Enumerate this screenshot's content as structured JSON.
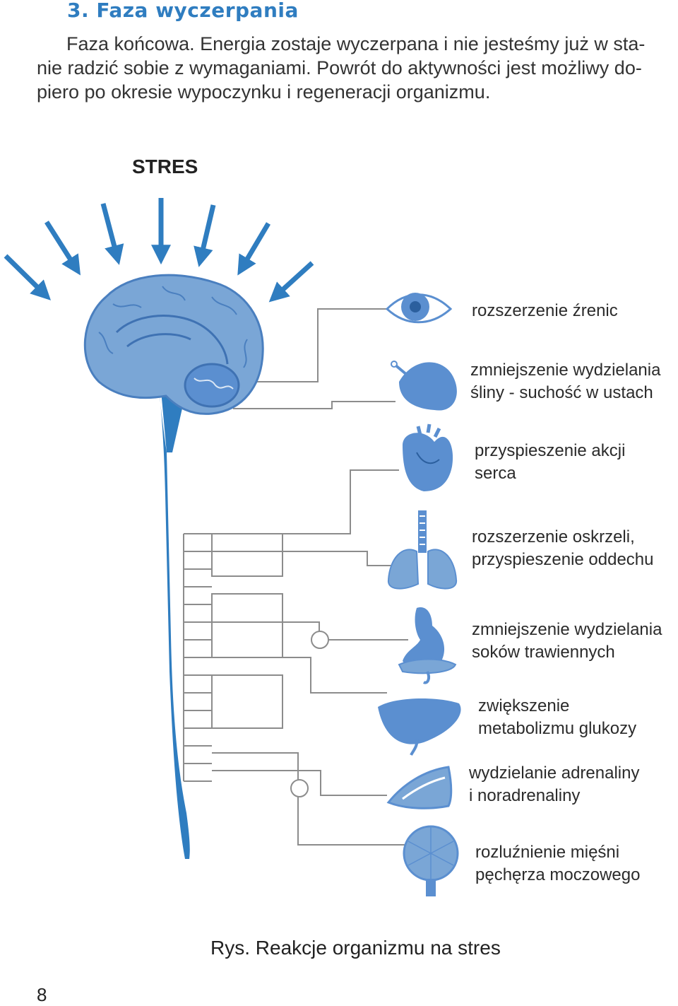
{
  "section": {
    "heading": "3. Faza wyczerpania"
  },
  "intro": {
    "lines": [
      "Faza końcowa. Energia zostaje wyczerpana i nie jesteśmy już w sta-",
      "nie radzić sobie z wymaganiami. Powrót do aktywności jest możliwy do-",
      "piero po okresie wypoczynku i regeneracji organizmu."
    ]
  },
  "diagram": {
    "stress_label": "STRES",
    "organs": [
      {
        "icon": "eye-icon",
        "lines": [
          "rozszerzenie źrenic"
        ]
      },
      {
        "icon": "salivary-gland-icon",
        "lines": [
          "zmniejszenie wydzielania",
          "śliny - suchość w ustach"
        ]
      },
      {
        "icon": "heart-icon",
        "lines": [
          "przyspieszenie akcji",
          "serca"
        ]
      },
      {
        "icon": "lungs-icon",
        "lines": [
          "rozszerzenie oskrzeli,",
          "przyspieszenie oddechu"
        ]
      },
      {
        "icon": "stomach-icon",
        "lines": [
          "zmniejszenie wydzielania",
          "soków trawiennych"
        ]
      },
      {
        "icon": "liver-icon",
        "lines": [
          "zwiększenie",
          "metabolizmu glukozy"
        ]
      },
      {
        "icon": "adrenal-gland-icon",
        "lines": [
          "wydzielanie adrenaliny",
          "i noradrenaliny"
        ]
      },
      {
        "icon": "bladder-icon",
        "lines": [
          "rozluźnienie mięśni",
          "pęchęrza moczowego"
        ]
      }
    ],
    "colors": {
      "brain": "#7aa6d6",
      "spine": "#2f7dc0",
      "arrows": "#2f7dc0",
      "organs": "#5b8fd0",
      "lines": "#8c8c8c"
    }
  },
  "caption": "Rys. Reakcje organizmu na stres",
  "page_number": "8"
}
